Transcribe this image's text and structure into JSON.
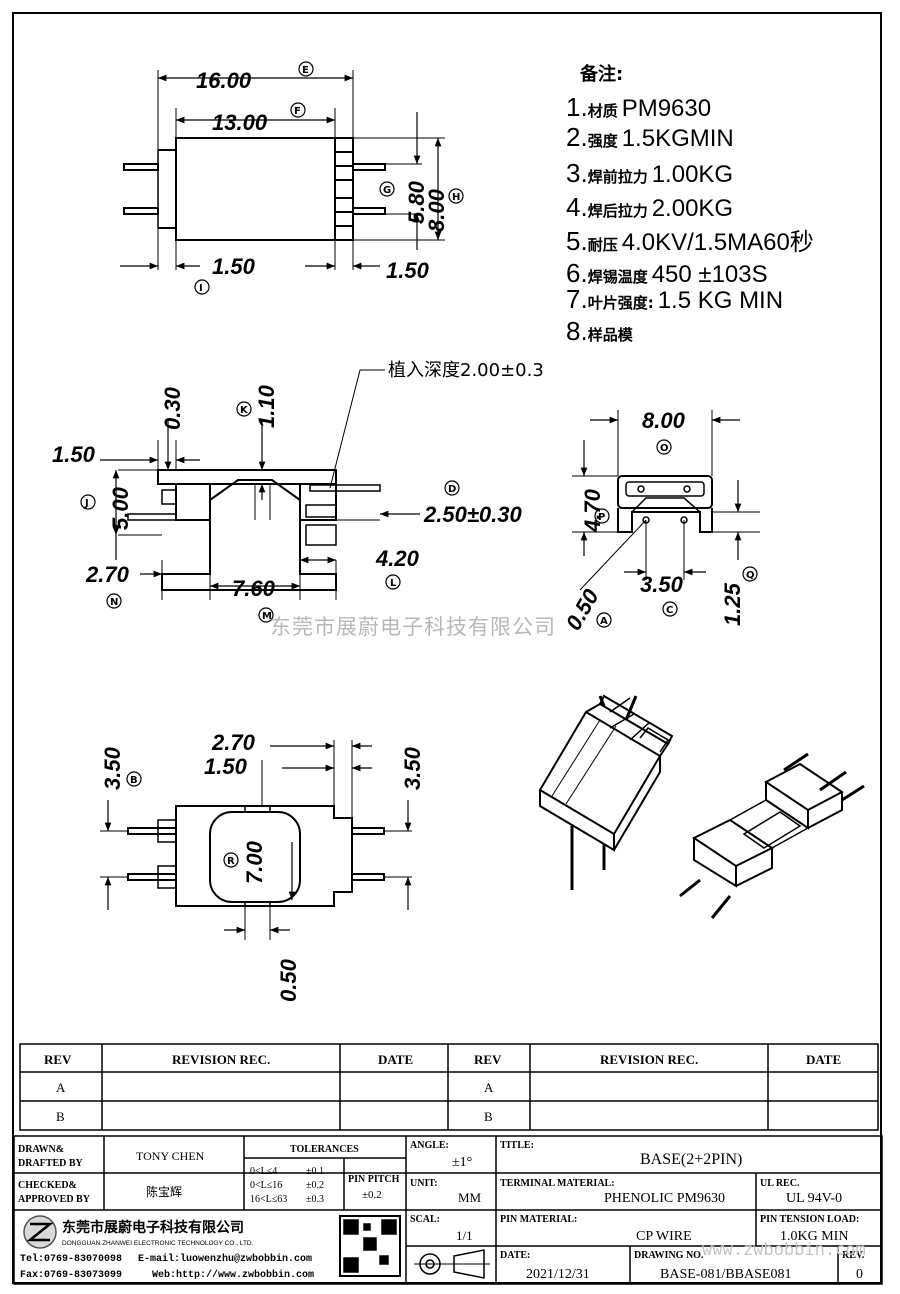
{
  "drawing": {
    "top_view": {
      "dims": {
        "total_width": "16.00",
        "body_width": "13.00",
        "pin_span": "5.80",
        "height": "8.00",
        "left_pin": "1.50",
        "right_pin": "1.50"
      },
      "letters": {
        "total_width": "E",
        "body_width": "F",
        "pin_span": "G",
        "height": "H",
        "pins": "I"
      }
    },
    "side_view": {
      "callout": "植入深度2.00±0.3",
      "dims": {
        "top_thickness": "0.30",
        "bobbin_wall": "1.10",
        "flange": "1.50",
        "height": "5.00",
        "pin_offset": "2.50±0.30",
        "right_step": "4.20",
        "left_step": "2.70",
        "inner_width": "7.60"
      },
      "letters": {
        "top_thickness": "K",
        "pin_offset": "D",
        "height": "J",
        "right_step": "L",
        "left_step": "N",
        "inner_width": "M"
      }
    },
    "end_view": {
      "dims": {
        "width": "8.00",
        "height": "4.70",
        "hole": "0.50",
        "pin_pitch": "3.50",
        "pin_len": "1.25"
      },
      "letters": {
        "width": "O",
        "height": "P",
        "hole": "A",
        "pin_pitch": "C",
        "pin_len": "Q"
      }
    },
    "bottom_view": {
      "dims": {
        "left_pitch": "3.50",
        "right_pitch": "3.50",
        "offset_a": "2.70",
        "offset_b": "1.50",
        "window": "7.00",
        "gap": "0.50"
      },
      "letters": {
        "left_pitch": "B",
        "window": "R"
      }
    }
  },
  "notes": {
    "heading": "备注:",
    "items": [
      {
        "n": "1.",
        "label": "材质",
        "value": "PM9630"
      },
      {
        "n": "2.",
        "label": "强度",
        "value": "1.5KGMIN"
      },
      {
        "n": "3.",
        "label": "焊前拉力",
        "value": "1.00KG"
      },
      {
        "n": "4.",
        "label": "焊后拉力",
        "value": "2.00KG"
      },
      {
        "n": "5.",
        "label": "耐压",
        "value": "4.0KV/1.5MA60秒"
      },
      {
        "n": "6.",
        "label": "焊锡温度",
        "value": "450 ±103S"
      },
      {
        "n": "7.",
        "label": "叶片强度:",
        "value": "1.5 KG MIN"
      },
      {
        "n": "8.",
        "label": "样品模",
        "value": ""
      }
    ]
  },
  "watermark": {
    "company": "东莞市展蔚电子科技有限公司",
    "url": "www.zwbobbin.com"
  },
  "revision_table": {
    "headers": [
      "REV",
      "REVISION REC.",
      "DATE",
      "REV",
      "REVISION REC.",
      "DATE"
    ],
    "rows": [
      [
        "A",
        "",
        "",
        "A",
        "",
        ""
      ],
      [
        "B",
        "",
        "",
        "B",
        "",
        ""
      ]
    ]
  },
  "title_block": {
    "drawn_label": "DRAWN&\nDRAFTED BY",
    "drawn_value": "TONY CHEN",
    "checked_label": "CHECKED&\nAPPROVED BY",
    "checked_value": "陈宝辉",
    "tolerances_label": "TOLERANCES",
    "tol_rows": [
      [
        "0<L≤4",
        "±0.1"
      ],
      [
        "0<L≤16",
        "±0.2"
      ],
      [
        "16<L≤63",
        "±0.3"
      ]
    ],
    "pin_pitch_label": "PIN PITCH",
    "pin_pitch_value": "±0.2",
    "angle_label": "ANGLE:",
    "angle_value": "±1°",
    "unit_label": "UNIT:",
    "unit_value": "MM",
    "scale_label": "SCAL:",
    "scale_value": "1/1",
    "title_label": "TITLE:",
    "title_value": "BASE(2+2PIN)",
    "terminal_label": "TERMINAL MATERIAL:",
    "terminal_value": "PHENOLIC PM9630",
    "ul_label": "UL REC.",
    "ul_value": "UL 94V-0",
    "pin_mat_label": "PIN MATERIAL:",
    "pin_mat_value": "CP WIRE",
    "tension_label": "PIN TENSION LOAD:",
    "tension_value": "1.0KG MIN",
    "date_label": "DATE:",
    "date_value": "2021/12/31",
    "drawing_no_label": "DRAWING NO.",
    "drawing_no_value": "BASE-081/BBASE081",
    "rev_label": "REV.",
    "rev_value": "0",
    "company_cn": "东莞市展蔚电子科技有限公司",
    "company_en": "DONGGUAN ZHANWEI ELECTRONIC TECHNOLOGY CO., LTD.",
    "tel": "Tel:0769-83070098",
    "email": "E-mail:luowenzhu@zwbobbin.com",
    "fax": "Fax:0769-83073099",
    "web": "Web:http://www.zwbobbin.com"
  },
  "colors": {
    "ink": "#000000",
    "watermark": "#b8b8b8",
    "background": "#ffffff"
  }
}
